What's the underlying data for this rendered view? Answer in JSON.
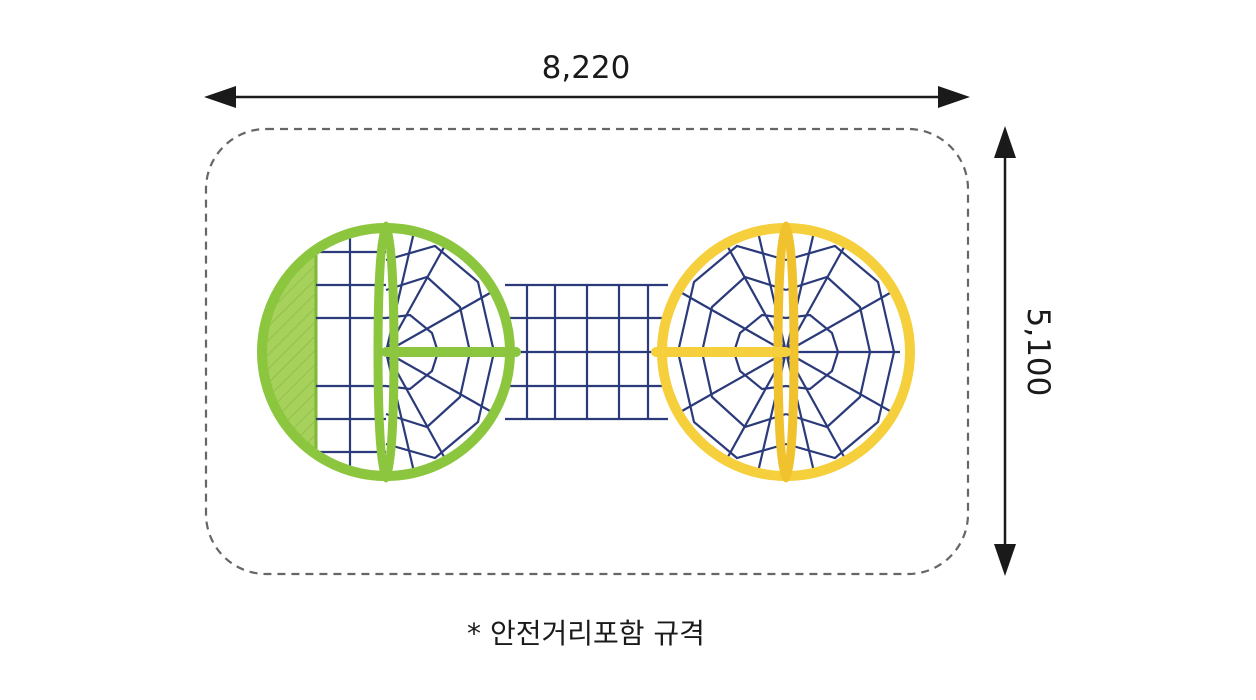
{
  "dimensions": {
    "width_label": "8,220",
    "height_label": "5,100"
  },
  "note": "* 안전거리포함 규격",
  "colors": {
    "green_frame": "#8cc63f",
    "green_fill": "#a6d25c",
    "yellow_frame": "#f5cf3c",
    "net": "#2b3a7a",
    "safety_boundary": "#666666",
    "arrow": "#1a1a1a"
  }
}
